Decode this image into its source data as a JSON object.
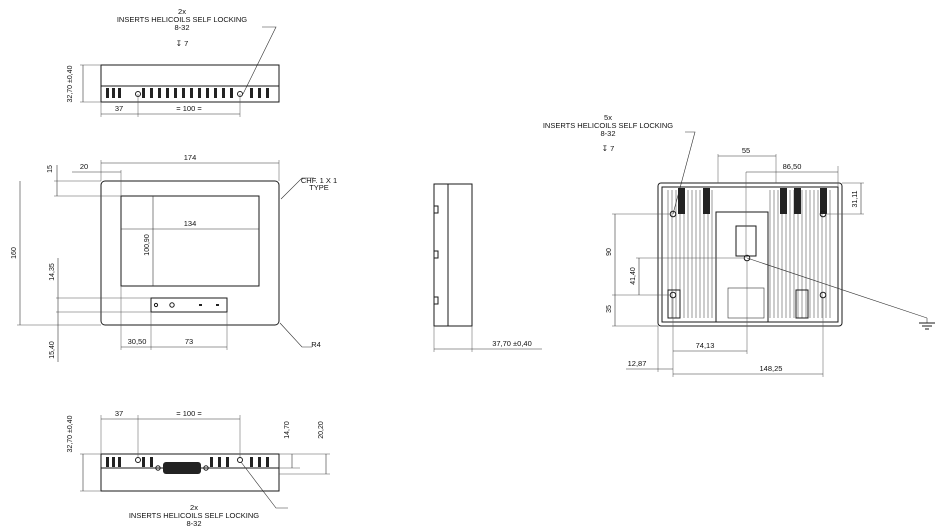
{
  "top_view": {
    "note_qty": "2x",
    "note_text": "INSERTS HELICOILS SELF LOCKING",
    "note_thread": "8-32",
    "note_depth": "↧ 7",
    "dim_height": "32,70 ±0,40",
    "dim_offset": "37",
    "dim_spacing": "= 100 ="
  },
  "front_view": {
    "dim_width": "174",
    "dim_left_margin": "20",
    "dim_top": "15",
    "dim_height": "160",
    "dim_screen_width": "134",
    "dim_screen_height": "100,90",
    "dim_connector_h": "14,35",
    "dim_bottom": "15,40",
    "dim_conn_offset": "30,50",
    "dim_conn_width": "73",
    "chamfer_line1": "CHF. 1 X 1",
    "chamfer_line2": "TYPE",
    "radius": "R4"
  },
  "side_view": {
    "dim_depth": "37,70 ±0,40"
  },
  "back_view": {
    "note_qty": "5x",
    "note_text": "INSERTS HELICOILS SELF LOCKING",
    "note_thread": "8-32",
    "note_depth": "↧ 7",
    "dim_55": "55",
    "dim_86_50": "86,50",
    "dim_31_11": "31,11",
    "dim_90": "90",
    "dim_41_40": "41,40",
    "dim_35": "35",
    "dim_74_13": "74,13",
    "dim_12_87": "12,87",
    "dim_148_25": "148,25"
  },
  "bottom_view": {
    "dim_offset": "37",
    "dim_spacing": "= 100 =",
    "dim_height": "32,70 ±0,40",
    "dim_14_70": "14,70",
    "dim_20_20": "20,20",
    "note_qty": "2x",
    "note_text": "INSERTS HELICOILS SELF LOCKING",
    "note_thread": "8-32"
  }
}
